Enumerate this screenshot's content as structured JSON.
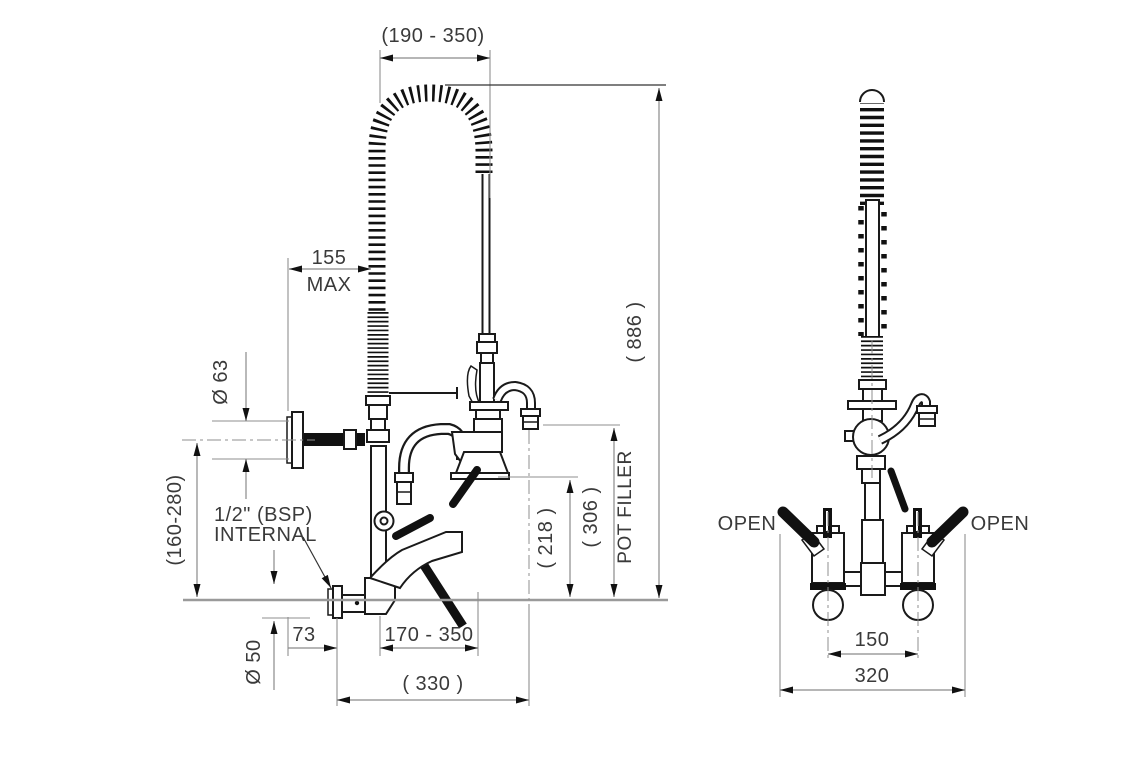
{
  "drawing": {
    "background": "#ffffff",
    "line_color": "#1a1a1a",
    "dim_color": "#8a8a8a",
    "side_view": {
      "dim_top_width": "(190 - 350)",
      "dim_hose_reach": "155",
      "dim_hose_reach_suffix": "MAX",
      "dim_wall_plate_dia": "Ø 63",
      "dim_overall_height": "( 886 )",
      "dim_bracket_height": "(160-280)",
      "label_inlet_line1": "1/2\" (BSP)",
      "label_inlet_line2": "INTERNAL",
      "dim_spout_height": "( 218 )",
      "dim_potfiller_height": "( 306 )",
      "label_potfiller": "POT FILLER",
      "dim_inlet_offset": "73",
      "dim_spout_reach": "170 - 350",
      "dim_inlet_flange_dia": "Ø 50",
      "dim_overall_reach": "( 330 )"
    },
    "front_view": {
      "label_open_left": "OPEN",
      "label_open_right": "OPEN",
      "dim_valve_centres": "150",
      "dim_overall_width": "320"
    }
  }
}
